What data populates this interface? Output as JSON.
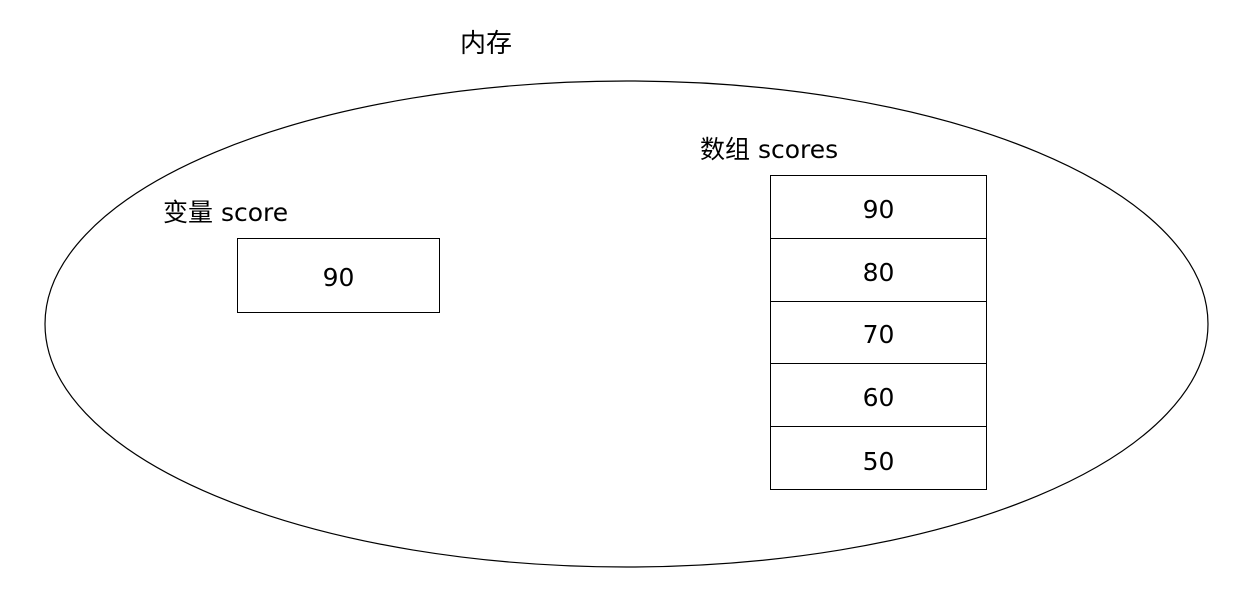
{
  "diagram": {
    "title": "内存",
    "shape": "ellipse",
    "stroke_color": "#000000",
    "fill_color": "#ffffff",
    "background_color": "#ffffff"
  },
  "variable": {
    "label": "变量 score",
    "value": "90"
  },
  "array": {
    "label": "数组 scores",
    "cells": [
      {
        "value": "90"
      },
      {
        "value": "80"
      },
      {
        "value": "70"
      },
      {
        "value": "60"
      },
      {
        "value": "50"
      }
    ]
  }
}
